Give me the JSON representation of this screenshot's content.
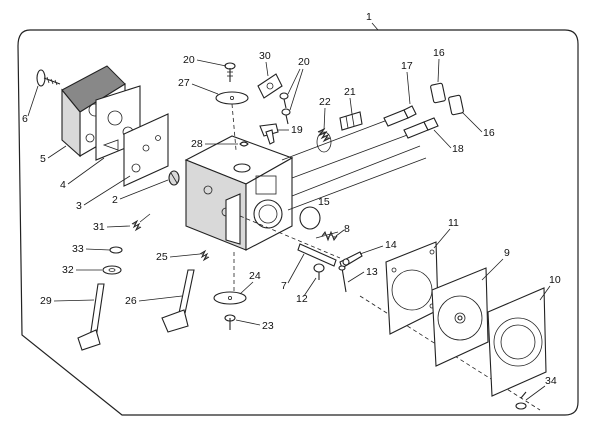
{
  "assembly_label": "1",
  "callouts": [
    {
      "id": "c1",
      "text": "1"
    },
    {
      "id": "c2",
      "text": "2"
    },
    {
      "id": "c3",
      "text": "3"
    },
    {
      "id": "c4",
      "text": "4"
    },
    {
      "id": "c5",
      "text": "5"
    },
    {
      "id": "c6",
      "text": "6"
    },
    {
      "id": "c7",
      "text": "7"
    },
    {
      "id": "c8",
      "text": "8"
    },
    {
      "id": "c9",
      "text": "9"
    },
    {
      "id": "c10",
      "text": "10"
    },
    {
      "id": "c11",
      "text": "11"
    },
    {
      "id": "c12",
      "text": "12"
    },
    {
      "id": "c13",
      "text": "13"
    },
    {
      "id": "c14",
      "text": "14"
    },
    {
      "id": "c15",
      "text": "15"
    },
    {
      "id": "c16a",
      "text": "16"
    },
    {
      "id": "c16b",
      "text": "16"
    },
    {
      "id": "c17",
      "text": "17"
    },
    {
      "id": "c18",
      "text": "18"
    },
    {
      "id": "c19",
      "text": "19"
    },
    {
      "id": "c20a",
      "text": "20"
    },
    {
      "id": "c20b",
      "text": "20"
    },
    {
      "id": "c21",
      "text": "21"
    },
    {
      "id": "c22",
      "text": "22"
    },
    {
      "id": "c23",
      "text": "23"
    },
    {
      "id": "c24",
      "text": "24"
    },
    {
      "id": "c25",
      "text": "25"
    },
    {
      "id": "c26",
      "text": "26"
    },
    {
      "id": "c27",
      "text": "27"
    },
    {
      "id": "c28",
      "text": "28"
    },
    {
      "id": "c29",
      "text": "29"
    },
    {
      "id": "c30",
      "text": "30"
    },
    {
      "id": "c31",
      "text": "31"
    },
    {
      "id": "c32",
      "text": "32"
    },
    {
      "id": "c33",
      "text": "33"
    },
    {
      "id": "c34",
      "text": "34"
    }
  ]
}
